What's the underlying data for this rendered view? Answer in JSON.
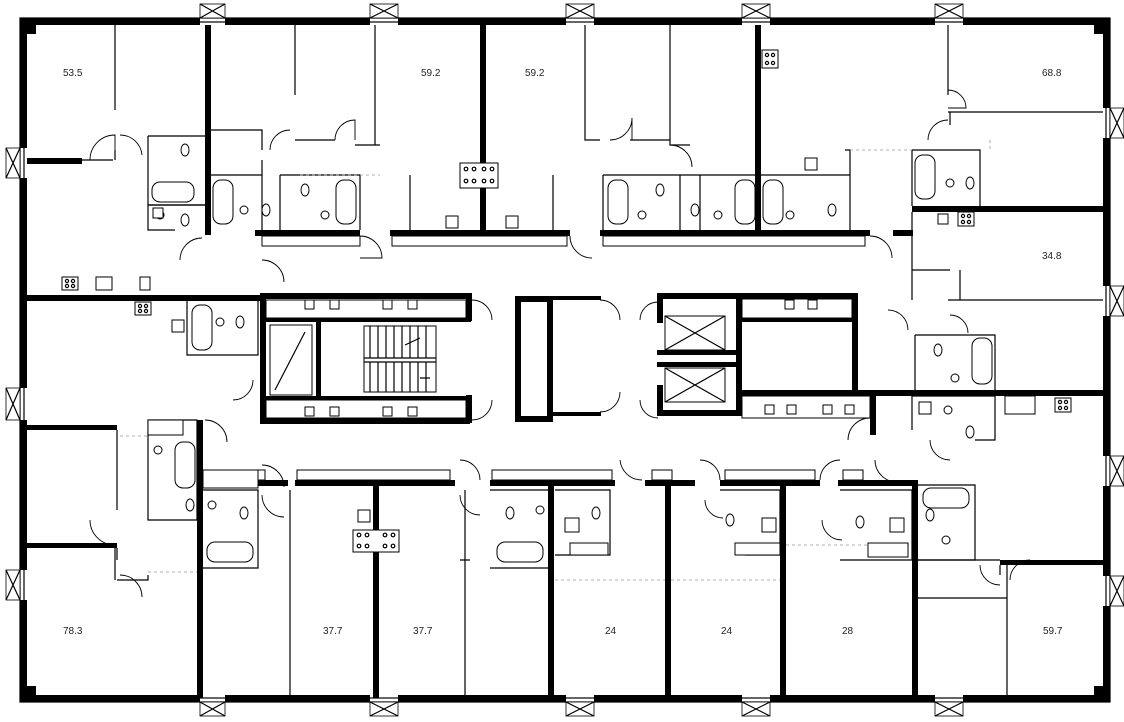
{
  "plan": {
    "apartment_areas": [
      {
        "id": "a1",
        "label": "53.5"
      },
      {
        "id": "a2",
        "label": "59.2"
      },
      {
        "id": "a3",
        "label": "59.2"
      },
      {
        "id": "a4",
        "label": "68.8"
      },
      {
        "id": "a5",
        "label": "34.8"
      },
      {
        "id": "a6",
        "label": "78.3"
      },
      {
        "id": "a7",
        "label": "37.7"
      },
      {
        "id": "a8",
        "label": "37.7"
      },
      {
        "id": "a9",
        "label": "24"
      },
      {
        "id": "a10",
        "label": "24"
      },
      {
        "id": "a11",
        "label": "28"
      },
      {
        "id": "a12",
        "label": "59.7"
      }
    ]
  }
}
